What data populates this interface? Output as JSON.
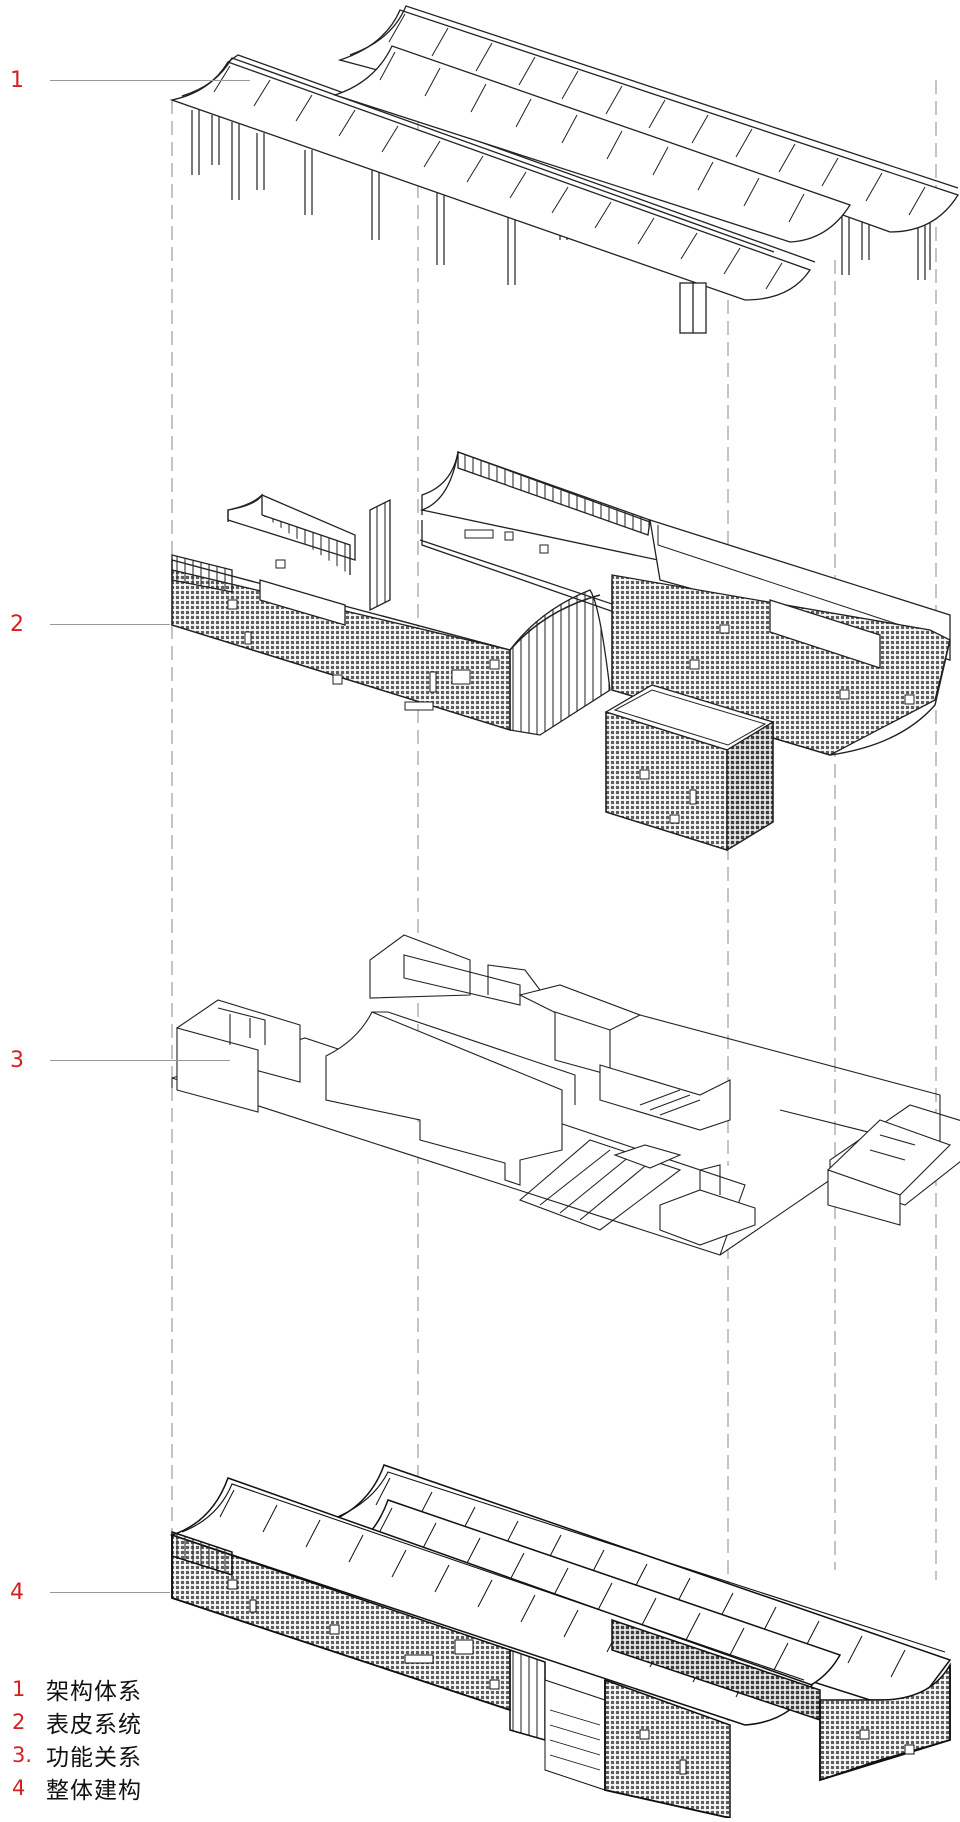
{
  "layers": [
    {
      "number": "1",
      "label": "架构体系",
      "layer_color": "#d32020"
    },
    {
      "number": "2",
      "label": "表皮系统",
      "layer_color": "#d32020"
    },
    {
      "number": "3.",
      "label": "功能关系",
      "layer_color": "#d32020"
    },
    {
      "number": "4",
      "label": "整体建构",
      "layer_color": "#d32020"
    }
  ],
  "callouts": [
    "1",
    "2",
    "3",
    "4"
  ],
  "colors": {
    "accent": "#d32020",
    "line": "#222222",
    "brick": "#6e6e6e",
    "guide": "#8a8a8a"
  }
}
